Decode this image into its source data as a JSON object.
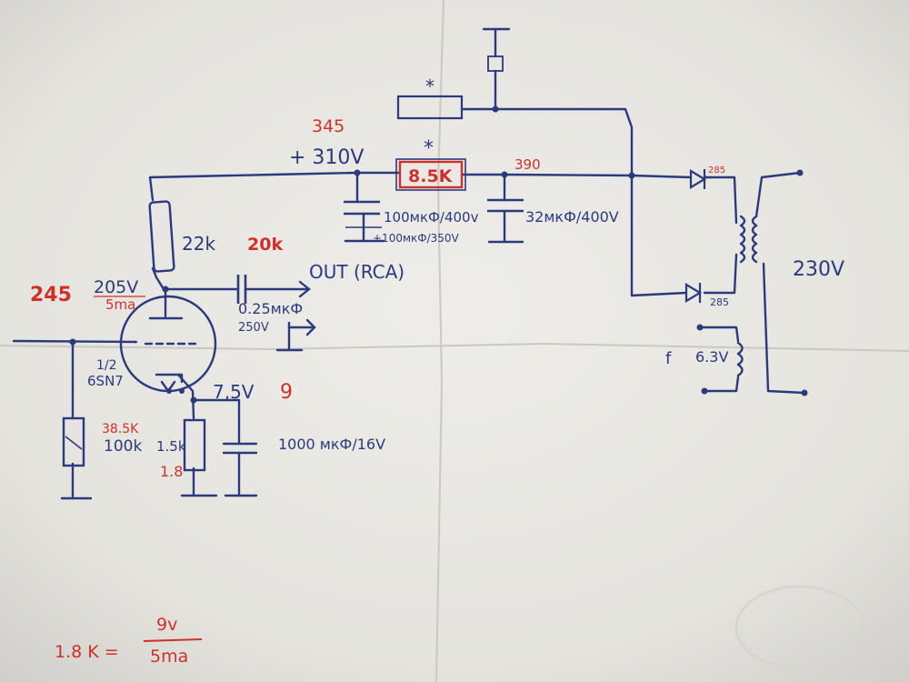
{
  "labels": {
    "v_top_red": "345",
    "v_top": "+ 310V",
    "star_top": "*",
    "star_mid": "*",
    "r_series": "8.5K",
    "v_right_red": "390",
    "cap_a1": "100мкФ/400v",
    "cap_a2": "+100мкФ/350V",
    "cap_b": "32мкФ/400V",
    "r_plate": "22k",
    "r_plate_red": "20k",
    "v_plate_red": "245",
    "v_plate": "205V",
    "i_plate": "5ma",
    "cap_out": "0.25мкФ",
    "cap_out_v": "250V",
    "out": "OUT (RCA)",
    "tube_half": "1/2",
    "tube_type": "6SN7",
    "v_cath": "7,5V",
    "v_cath_red": "9",
    "r_grid_red": "38.5K",
    "r_grid": "100k",
    "r_cath": "1.5k",
    "r_cath_red": "1.8",
    "cap_cath": "1000 мкФ/16V",
    "diode_top": "285",
    "diode_bot": "285",
    "mains": "230V",
    "heater_f": "f",
    "heater": "6.3V",
    "formula_left": "1.8 K =",
    "formula_num": "9v",
    "formula_den": "5ma"
  },
  "colors": {
    "ink_blue": "#2a3a7c",
    "ink_red": "#d0302a",
    "paper": "#e9e8e3"
  }
}
